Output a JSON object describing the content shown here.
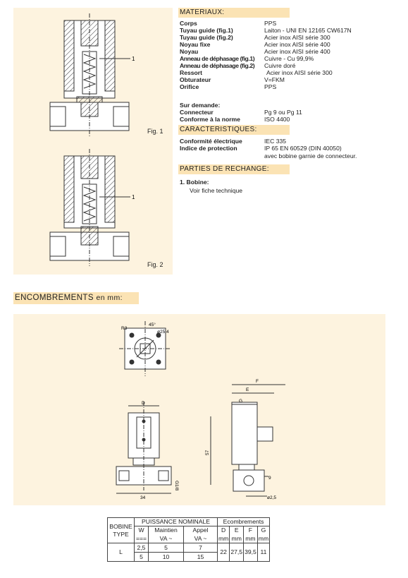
{
  "figures": {
    "fig1_label": "Fig. 1",
    "fig2_label": "Fig. 2",
    "callout": "1"
  },
  "materiaux": {
    "title": "MATERIAUX:",
    "rows": [
      {
        "k": "Corps",
        "v": "PPS"
      },
      {
        "k": "Tuyau guide (fig.1)",
        "v": "Laiton - UNI EN 12165 CW617N"
      },
      {
        "k": "Tuyau guide (fig.2)",
        "v": "Acier inox AISI série 300"
      },
      {
        "k": "Noyau fixe",
        "v": "Acier inox AISI série 400"
      },
      {
        "k": "Noyau",
        "v": "Acier inox AISI série 400"
      },
      {
        "k": "Anneau de déphasage (fig.1)",
        "v": "Cuivre - Cu 99,9%"
      },
      {
        "k": "Anneau de déphasage (fig.2)",
        "v": "Cuivre doré"
      },
      {
        "k": "Ressort",
        "v": "Acier inox AISI série 300"
      },
      {
        "k": "Obturateur",
        "v": "V=FKM"
      },
      {
        "k": "Orifice",
        "v": "PPS"
      }
    ],
    "sur_demande": "Sur demande:",
    "demand_rows": [
      {
        "k": "Connecteur",
        "v": "Pg 9 ou Pg 11"
      },
      {
        "k": "Conforme à la norme",
        "v": "ISO 4400"
      }
    ]
  },
  "caracteristiques": {
    "title": "CARACTERISTIQUES:",
    "rows": [
      {
        "k": "Conformité électrique",
        "v": "IEC 335"
      },
      {
        "k": "Indice de protection",
        "v": "IP 65 EN 60529 (DIN 40050)"
      }
    ],
    "note": "avec bobine garnie de connecteur."
  },
  "parties": {
    "title": "PARTIES DE RECHANGE:",
    "item_label": "1.  Bobine:",
    "item_text": "Voir fiche technique"
  },
  "encombrements": {
    "title": "ENCOMBREMENTS",
    "unit": "en mm:"
  },
  "dims": {
    "d": "D",
    "e": "E",
    "f": "F",
    "g": "G",
    "h57": "57",
    "w34": "34",
    "g18": "G1/8",
    "nine": "9",
    "dia": "ø2,5",
    "r3": "R3",
    "ang": "45°",
    "dia254": "ø25,4"
  },
  "table": {
    "bobine": "BOBINE",
    "type": "TYPE",
    "puissance": "PUISSANCE NOMINALE",
    "encombrements": "Ecombrements",
    "w": "W",
    "w_sub": "===",
    "maintien": "Maintien",
    "maintien_sub": "VA ~",
    "appel": "Appel",
    "appel_sub": "VA ~",
    "cols": [
      "D",
      "E",
      "F",
      "G"
    ],
    "mm": "mm",
    "row_type": "L",
    "rows": [
      {
        "w": "2,5",
        "maintien": "5",
        "appel": "7"
      },
      {
        "w": "5",
        "maintien": "10",
        "appel": "15"
      }
    ],
    "dims": [
      "22",
      "27,5",
      "39,5",
      "11"
    ]
  }
}
